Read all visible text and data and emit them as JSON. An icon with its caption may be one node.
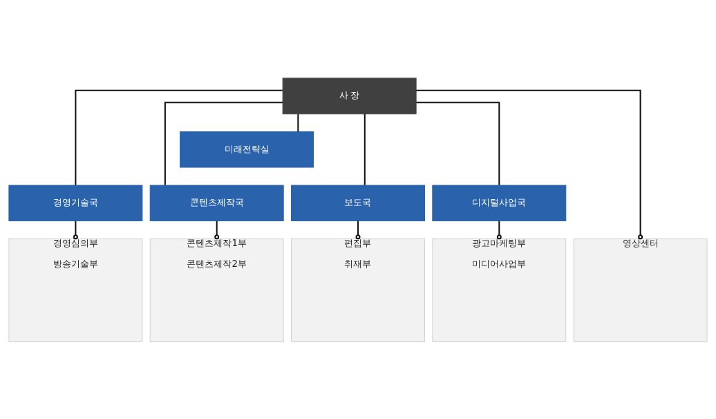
{
  "diagram": {
    "nodes": [
      {
        "text": [
          "사 장"
        ]
      },
      {
        "text": [
          "미래전략실"
        ]
      },
      {
        "text": [
          "경영기술국"
        ]
      },
      {
        "text": [
          "콘텐츠제작국"
        ]
      },
      {
        "text": [
          "보도국"
        ]
      },
      {
        "text": [
          "디지털사업국"
        ]
      },
      {
        "text": [
          "경영심의부",
          "방송기술부"
        ]
      },
      {
        "text": [
          "콘텐츠제작1부",
          "콘텐츠제작2부"
        ]
      },
      {
        "text": [
          "편집부",
          "취재부"
        ]
      },
      {
        "text": [
          "광고마케팅부",
          "미디어사업부"
        ]
      },
      {
        "text": [
          "영상센터"
        ]
      }
    ],
    "edges": [
      {
        "from": 0,
        "to": 1,
        "arrow": "none"
      },
      {
        "from": 0,
        "to": 2,
        "arrow": "none"
      },
      {
        "from": 0,
        "to": 3,
        "arrow": "none"
      },
      {
        "from": 0,
        "to": 4,
        "arrow": "none"
      },
      {
        "from": 0,
        "to": 5,
        "arrow": "none"
      },
      {
        "from": 0,
        "to": 10,
        "arrow": "other"
      },
      {
        "from": 2,
        "to": 6,
        "arrow": "other"
      },
      {
        "from": 3,
        "to": 7,
        "arrow": "other"
      },
      {
        "from": 4,
        "to": 8,
        "arrow": "other"
      },
      {
        "from": 5,
        "to": 9,
        "arrow": "other"
      }
    ]
  }
}
